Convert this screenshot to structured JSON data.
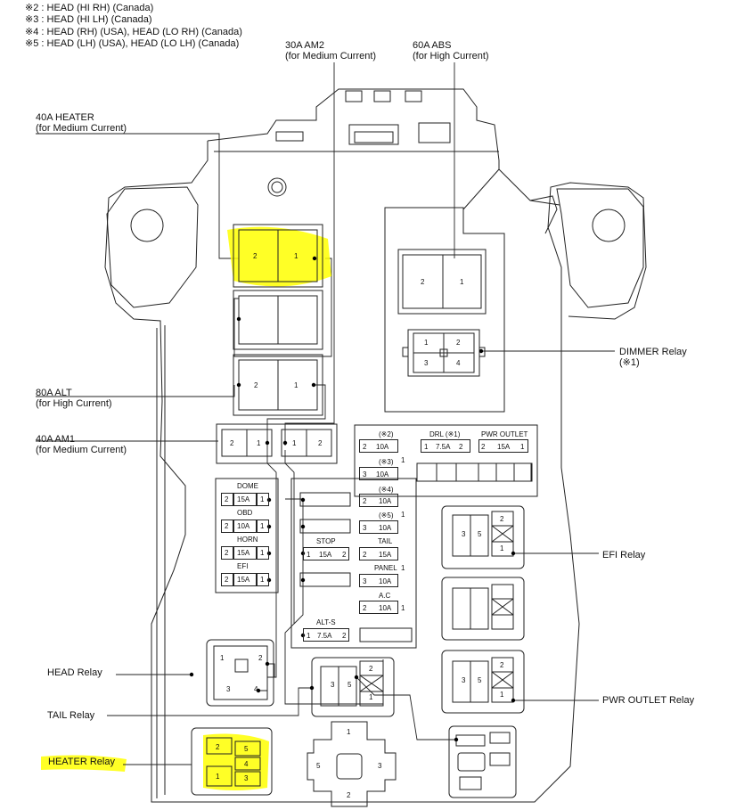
{
  "notes": [
    "※2 : HEAD (HI RH) (Canada)",
    "※3 : HEAD (HI LH) (Canada)",
    "※4 : HEAD (RH) (USA), HEAD (LO RH) (Canada)",
    "※5 : HEAD (LH) (USA), HEAD (LO LH) (Canada)"
  ],
  "callouts": {
    "am2": {
      "name": "30A AM2",
      "sub": "(for Medium Current)"
    },
    "abs": {
      "name": "60A ABS",
      "sub": "(for High Current)"
    },
    "heater": {
      "name": "40A HEATER",
      "sub": "(for Medium Current)"
    },
    "alt": {
      "name": "80A ALT",
      "sub": "(for High Current)"
    },
    "am1": {
      "name": "40A AM1",
      "sub": "(for Medium Current)"
    },
    "dimmer": {
      "name": "DIMMER Relay",
      "sub": "(※1)"
    },
    "efi_relay": "EFI Relay",
    "head_relay": "HEAD Relay",
    "tail_relay": "TAIL Relay",
    "pwr_relay": "PWR OUTLET Relay",
    "heater_relay": "HEATER Relay"
  },
  "highlight_color": "#ffff00",
  "fuses_left": [
    {
      "name": "DOME",
      "l": "2",
      "amp": "15A",
      "r": "1"
    },
    {
      "name": "OBD",
      "l": "2",
      "amp": "10A",
      "r": "1"
    },
    {
      "name": "HORN",
      "l": "2",
      "amp": "15A",
      "r": "1"
    },
    {
      "name": "EFI",
      "l": "2",
      "amp": "15A",
      "r": "1"
    }
  ],
  "fuses_mid": [
    {
      "name": "STOP",
      "l": "1",
      "amp": "15A",
      "r": "2"
    },
    {
      "name": "ALT-S",
      "l": "1",
      "amp": "7.5A",
      "r": "2"
    }
  ],
  "fuses_right": [
    {
      "name": "(※2)",
      "l": "2",
      "amp": "10A"
    },
    {
      "name": "(※3)",
      "l": "3",
      "amp": "10A"
    },
    {
      "name": "(※4)",
      "l": "2",
      "amp": "10A"
    },
    {
      "name": "(※5)",
      "l": "3",
      "amp": "10A"
    },
    {
      "name": "TAIL",
      "l": "2",
      "amp": "15A"
    },
    {
      "name": "PANEL",
      "l": "3",
      "amp": "10A"
    },
    {
      "name": "A.C",
      "l": "2",
      "amp": "10A",
      "r": "1"
    }
  ],
  "fuses_top": [
    {
      "name": "DRL (※1)",
      "l": "1",
      "amp": "7.5A",
      "r": "2"
    },
    {
      "name": "PWR OUTLET",
      "l": "2",
      "amp": "15A",
      "r": "1"
    }
  ],
  "pins": {
    "p1": "1",
    "p2": "2",
    "p3": "3",
    "p4": "4",
    "p5": "5"
  }
}
